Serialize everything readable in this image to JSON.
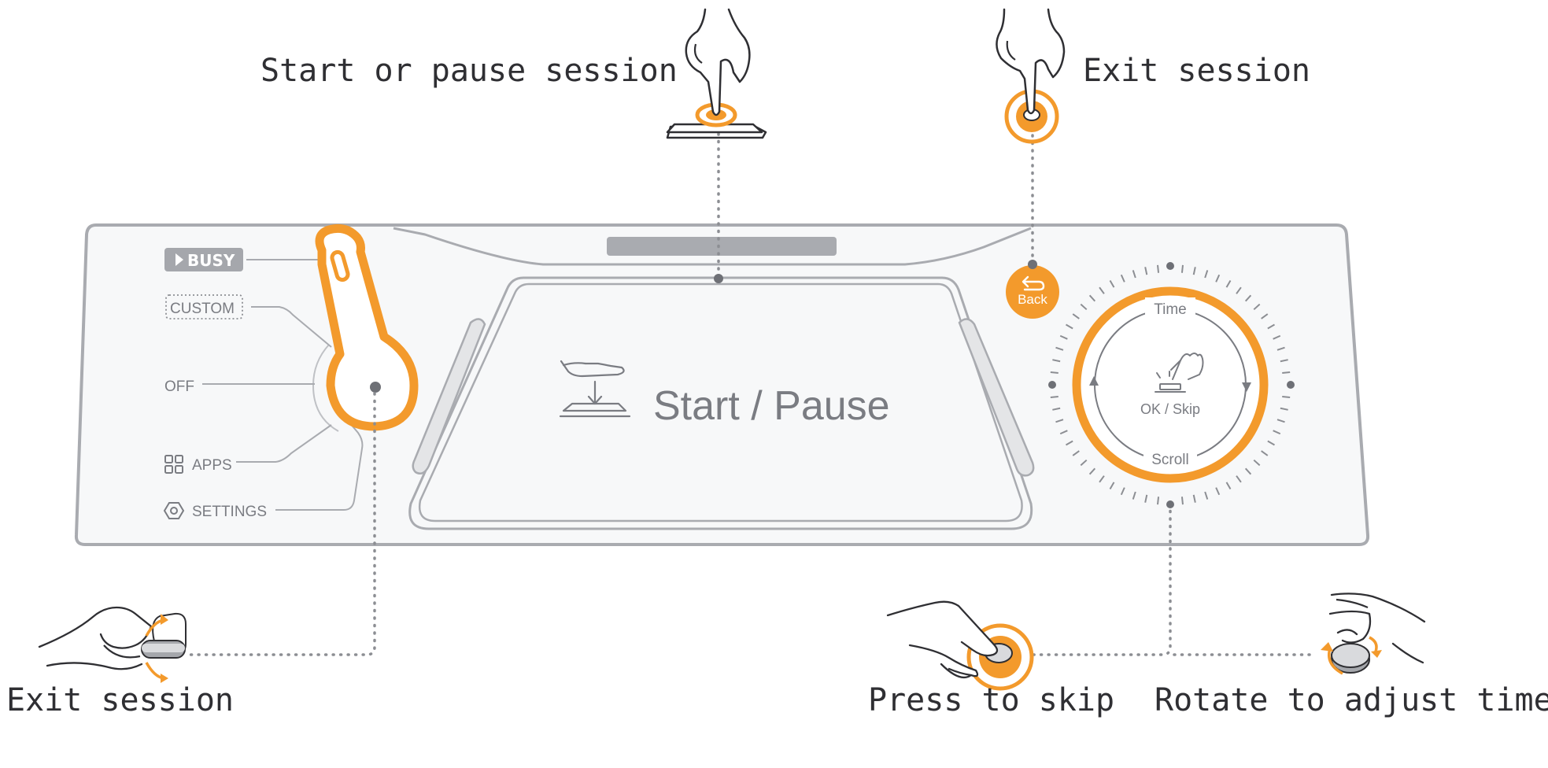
{
  "callouts": {
    "start_pause_session": "Start or pause session",
    "exit_session_top": "Exit session",
    "exit_session_bottom": "Exit session",
    "press_to_skip": "Press to skip",
    "rotate_to_adjust": "Rotate to adjust time"
  },
  "device": {
    "busy_badge": "BUSY",
    "modes": {
      "custom": "CUSTOM",
      "off": "OFF",
      "apps": "APPS",
      "settings": "SETTINGS"
    },
    "screen_label": "Start / Pause",
    "back_button": "Back",
    "dial": {
      "top": "Time",
      "bottom": "Scroll",
      "center": "OK / Skip"
    }
  },
  "icons": {
    "busy_badge": "play-triangle-icon",
    "apps": "apps-grid-icon",
    "settings": "hexagon-gear-icon",
    "back": "return-arrow-icon",
    "screen": "hand-press-icon",
    "dial_center": "finger-press-icon"
  },
  "colors": {
    "accent": "#F39A2C",
    "device_outline": "#A9ABB0",
    "device_fill": "#F7F8F9",
    "text_grey": "#7A7C82",
    "callout_text": "#2F2F33",
    "badge_fill": "#A5A7AC"
  }
}
